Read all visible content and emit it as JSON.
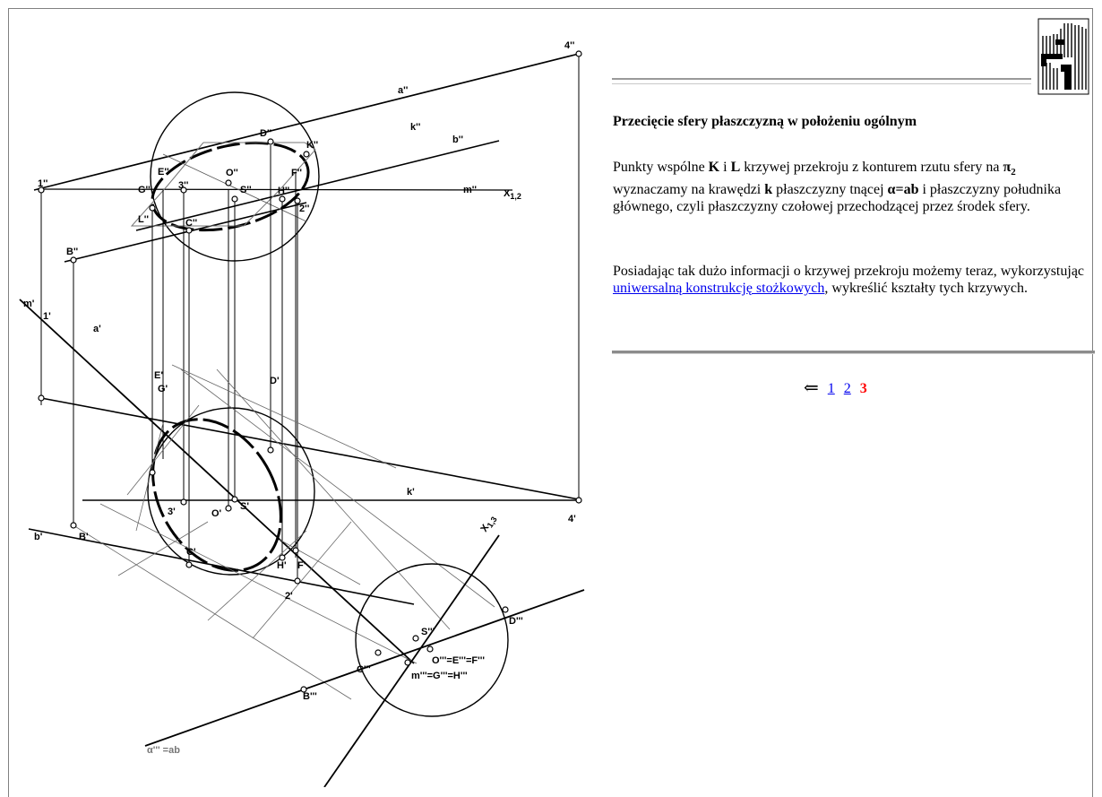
{
  "heading": "Przecięcie sfery płaszczyzną w położeniu ogólnym",
  "paragraph1": {
    "t1": "Punkty wspólne ",
    "K": "K",
    "t2": " i ",
    "L": "L",
    "t3": " krzywej przekroju z konturem rzutu sfery na ",
    "pi": "π",
    "pi_sub": "2",
    "t4": " wyznaczamy na krawędzi ",
    "k": "k",
    "t5": " płaszczyzny tnącej ",
    "alpha": "α=ab",
    "t6": " i płaszczyzny południka głównego, czyli płaszczyzny czołowej przechodzącej przez środek sfery."
  },
  "paragraph2": {
    "t1": "Posiadając tak dużo informacji o krzywej przekroju możemy teraz, wykorzystując ",
    "link": "uniwersalną konstrukcję stożkowych",
    "t2": ", wykreślić kształty tych krzywych."
  },
  "pagination": {
    "arrow": "⇐",
    "pages": [
      "1",
      "2"
    ],
    "current": "3"
  },
  "drawing_labels": {
    "p4pp": "4''",
    "app": "a''",
    "kpp": "k''",
    "bpp": "b''",
    "Dpp": "D''",
    "Kpp": "K''",
    "Epp": "E''",
    "Opp": "O''",
    "Fpp": "F''",
    "p1pp": "1''",
    "Gpp": "G''",
    "p3pp": "3''",
    "Spp": "S''",
    "Hpp": "H''",
    "p2pp": "2''",
    "mpp": "m''",
    "x12": "X",
    "x12sub": "1,2",
    "Lpp": "L''",
    "Cpp": "C''",
    "Bpp": "B''",
    "mp": "m'",
    "p1p": "1'",
    "ap": "a'",
    "Ep": "E'",
    "Dp": "D'",
    "Gp": "G'",
    "kp": "k'",
    "p3p": "3'",
    "Op": "O'",
    "Sp": "S'",
    "p4p": "4'",
    "bp": "b'",
    "Bp": "B'",
    "Cp": "C'",
    "Hp": "H'",
    "Fp": "F'",
    "p2p": "2'",
    "x13": "X",
    "x13sub": "1,3",
    "Sppp": "S'''",
    "Dppp": "D'''",
    "Oppp": "O'''=E'''=F'''",
    "Cppp": "C'''",
    "mppp": "m'''=G'''=H'''",
    "Bppp": "B'''",
    "alphappp": "α''' =ab"
  }
}
